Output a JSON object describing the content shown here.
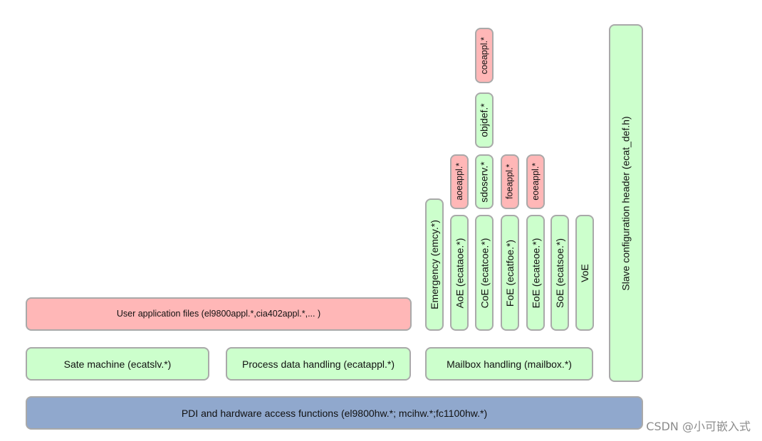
{
  "colors": {
    "green": "#ccffcc",
    "pink": "#ffb7b7",
    "blue": "#90a8cd",
    "border": "#a9a9a9"
  },
  "diagram": {
    "pdi_layer": "PDI and hardware access functions (el9800hw.*; mcihw.*;fc1100hw.*)",
    "state_machine": "Sate machine (ecatslv.*)",
    "process_data": "Process data handling (ecatappl.*)",
    "mailbox": "Mailbox handling (mailbox.*)",
    "user_app": "User application files (el9800appl.*,cia402appl.*,... )",
    "slave_config": "Slave configuration header (ecat_def.h)",
    "emergency": "Emergency (emcy.*)",
    "aoe": "AoE (ecataoe.*)",
    "coe": "CoE (ecatcoe.*)",
    "foe": "FoE (ecatfoe.*)",
    "eoe": "EoE (ecateoe.*)",
    "soe": "SoE (ecatsoe.*)",
    "voe": "VoE",
    "aoeappl": "aoeappl.*",
    "sdoserv": "sdoserv.*",
    "foeappl": "foeappl.*",
    "eoeappl": "eoeappl.*",
    "objdef": "objdef.*",
    "coeappl": "coeappl.*"
  },
  "watermark": "CSDN @小可嵌入式"
}
